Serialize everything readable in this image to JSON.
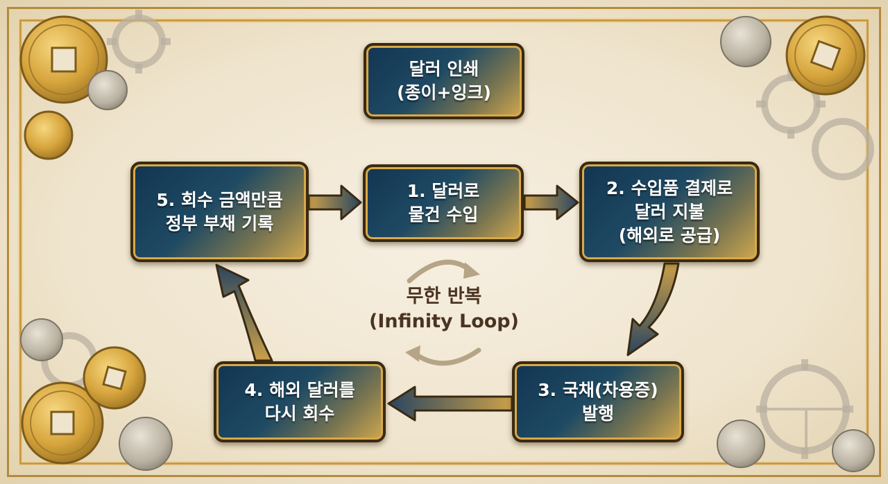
{
  "colors": {
    "box_dark": "#123552",
    "box_gold": "#d1a84e",
    "frame": "#b58a3e",
    "background": "#f6efe1",
    "text_brown": "#4a3320"
  },
  "top_box": {
    "label": "달러 인쇄\n(종이+잉크)"
  },
  "steps": [
    {
      "label": "1. 달러로\n물건 수입"
    },
    {
      "label": "2. 수입품 결제로\n달러 지불\n(해외로 공급)"
    },
    {
      "label": "3. 국채(차용증)\n발행"
    },
    {
      "label": "4. 해외 달러를\n다시 회수"
    },
    {
      "label": "5. 회수 금액만큼\n정부 부채 기록"
    }
  ],
  "center": {
    "title": "무한 반복",
    "subtitle": "(Infinity Loop)"
  },
  "icons": [
    "coin-icon",
    "gear-icon",
    "cycle-arrows-icon"
  ]
}
